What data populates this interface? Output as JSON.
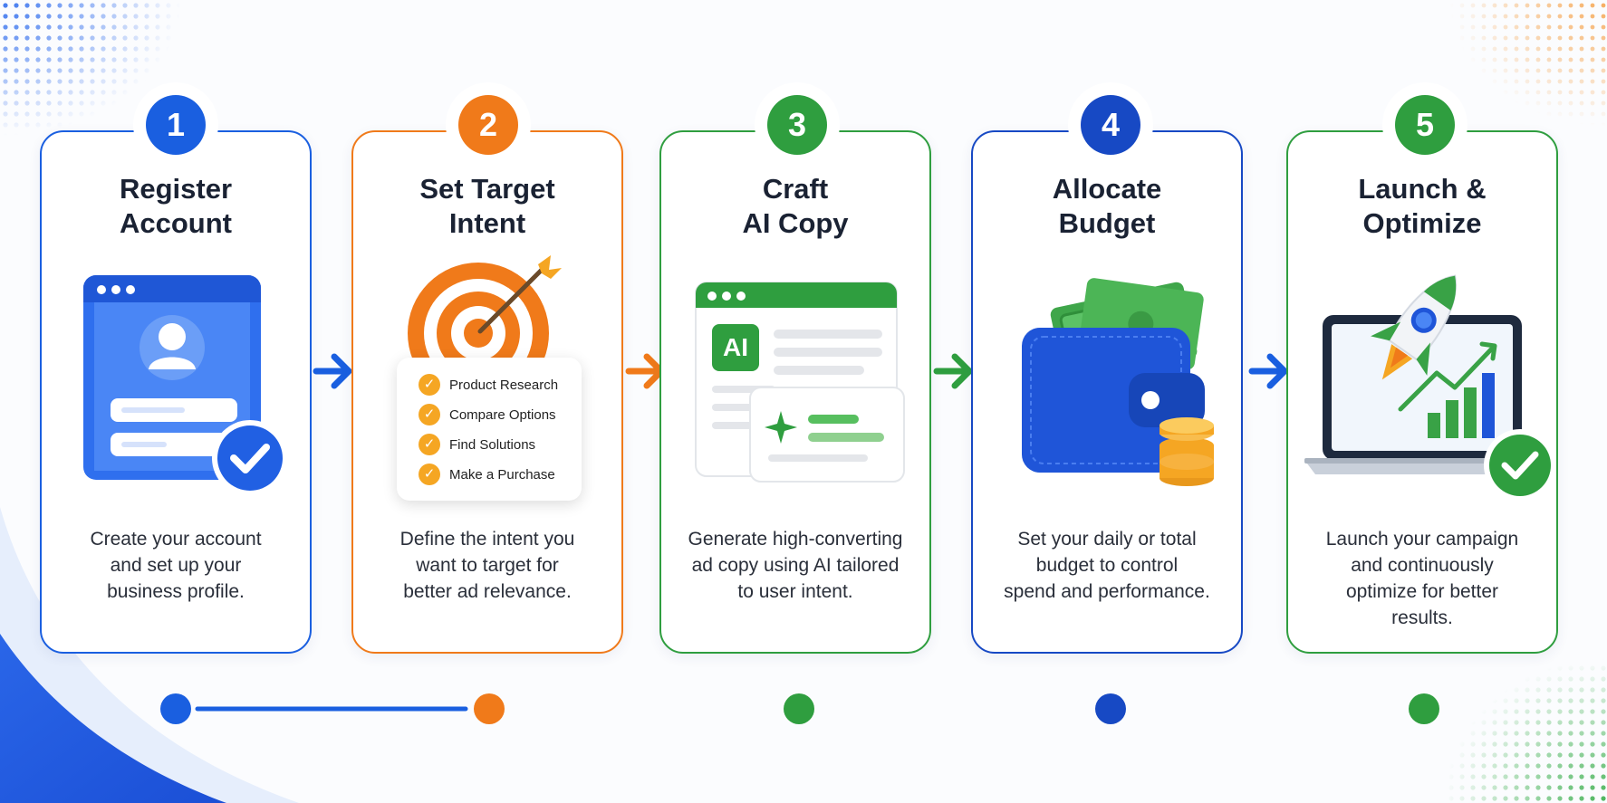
{
  "colors": {
    "blue": "#1a5fe0",
    "orange": "#f07a1a",
    "green": "#2f9e3f",
    "navy": "#1749c4"
  },
  "steps": [
    {
      "number": "1",
      "title_line1": "Register",
      "title_line2": "Account",
      "desc_line1": "Create your account",
      "desc_line2": "and set up your",
      "desc_line3": "business profile.",
      "desc_line4": "",
      "icon": "profile-window-icon"
    },
    {
      "number": "2",
      "title_line1": "Set Target",
      "title_line2": "Intent",
      "desc_line1": "Define the intent you",
      "desc_line2": "want to target for",
      "desc_line3": "better ad relevance.",
      "desc_line4": "",
      "icon": "target-arrow-icon",
      "checklist": [
        "Product Research",
        "Compare Options",
        "Find Solutions",
        "Make a Purchase"
      ]
    },
    {
      "number": "3",
      "title_line1": "Craft",
      "title_line2": "AI Copy",
      "desc_line1": "Generate high-converting",
      "desc_line2": "ad copy using AI tailored",
      "desc_line3": "to user intent.",
      "desc_line4": "",
      "icon": "ai-document-icon",
      "ai_label": "AI"
    },
    {
      "number": "4",
      "title_line1": "Allocate",
      "title_line2": "Budget",
      "desc_line1": "Set your daily or total",
      "desc_line2": "budget to control",
      "desc_line3": "spend and performance.",
      "desc_line4": "",
      "icon": "wallet-cash-icon"
    },
    {
      "number": "5",
      "title_line1": "Launch &",
      "title_line2": "Optimize",
      "desc_line1": "Launch your campaign",
      "desc_line2": "and continuously",
      "desc_line3": "optimize for better",
      "desc_line4": "results.",
      "icon": "rocket-laptop-icon"
    }
  ]
}
